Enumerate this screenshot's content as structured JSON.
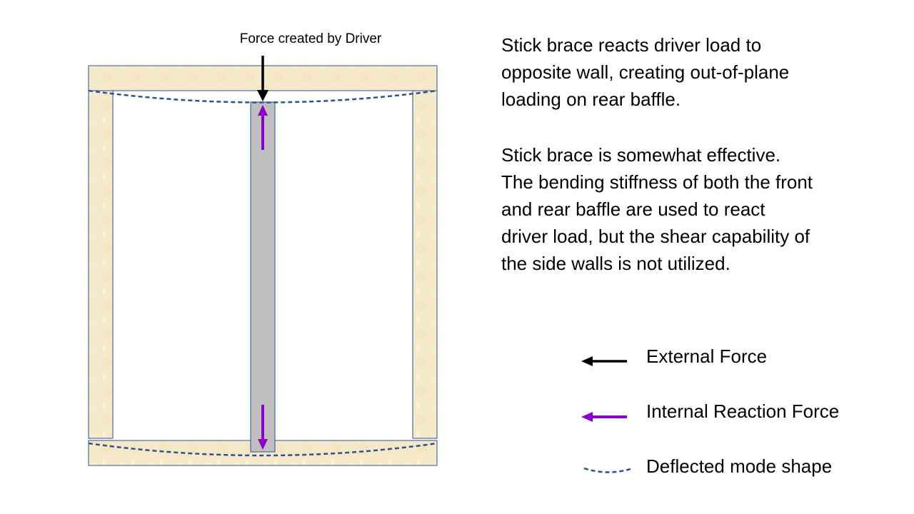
{
  "diagram": {
    "force_label": "Force created by Driver"
  },
  "description": {
    "paragraph1": "Stick brace reacts driver load to opposite wall, creating out-of-plane loading on rear baffle.",
    "paragraph2": "Stick brace is somewhat effective.  The bending stiffness of both the front and rear baffle are used to react driver load, but the shear capability of the side walls is not utilized."
  },
  "legend": {
    "external_force": "External Force",
    "internal_reaction_force": "Internal Reaction Force",
    "deflected_mode_shape": "Deflected mode shape"
  },
  "colors": {
    "wood": "#F6E9C9",
    "panel_border": "#2F528F",
    "brace": "#BFBFBF",
    "deflection": "#2F528F",
    "external_force": "#000000",
    "internal_force": "#8B00C8"
  }
}
